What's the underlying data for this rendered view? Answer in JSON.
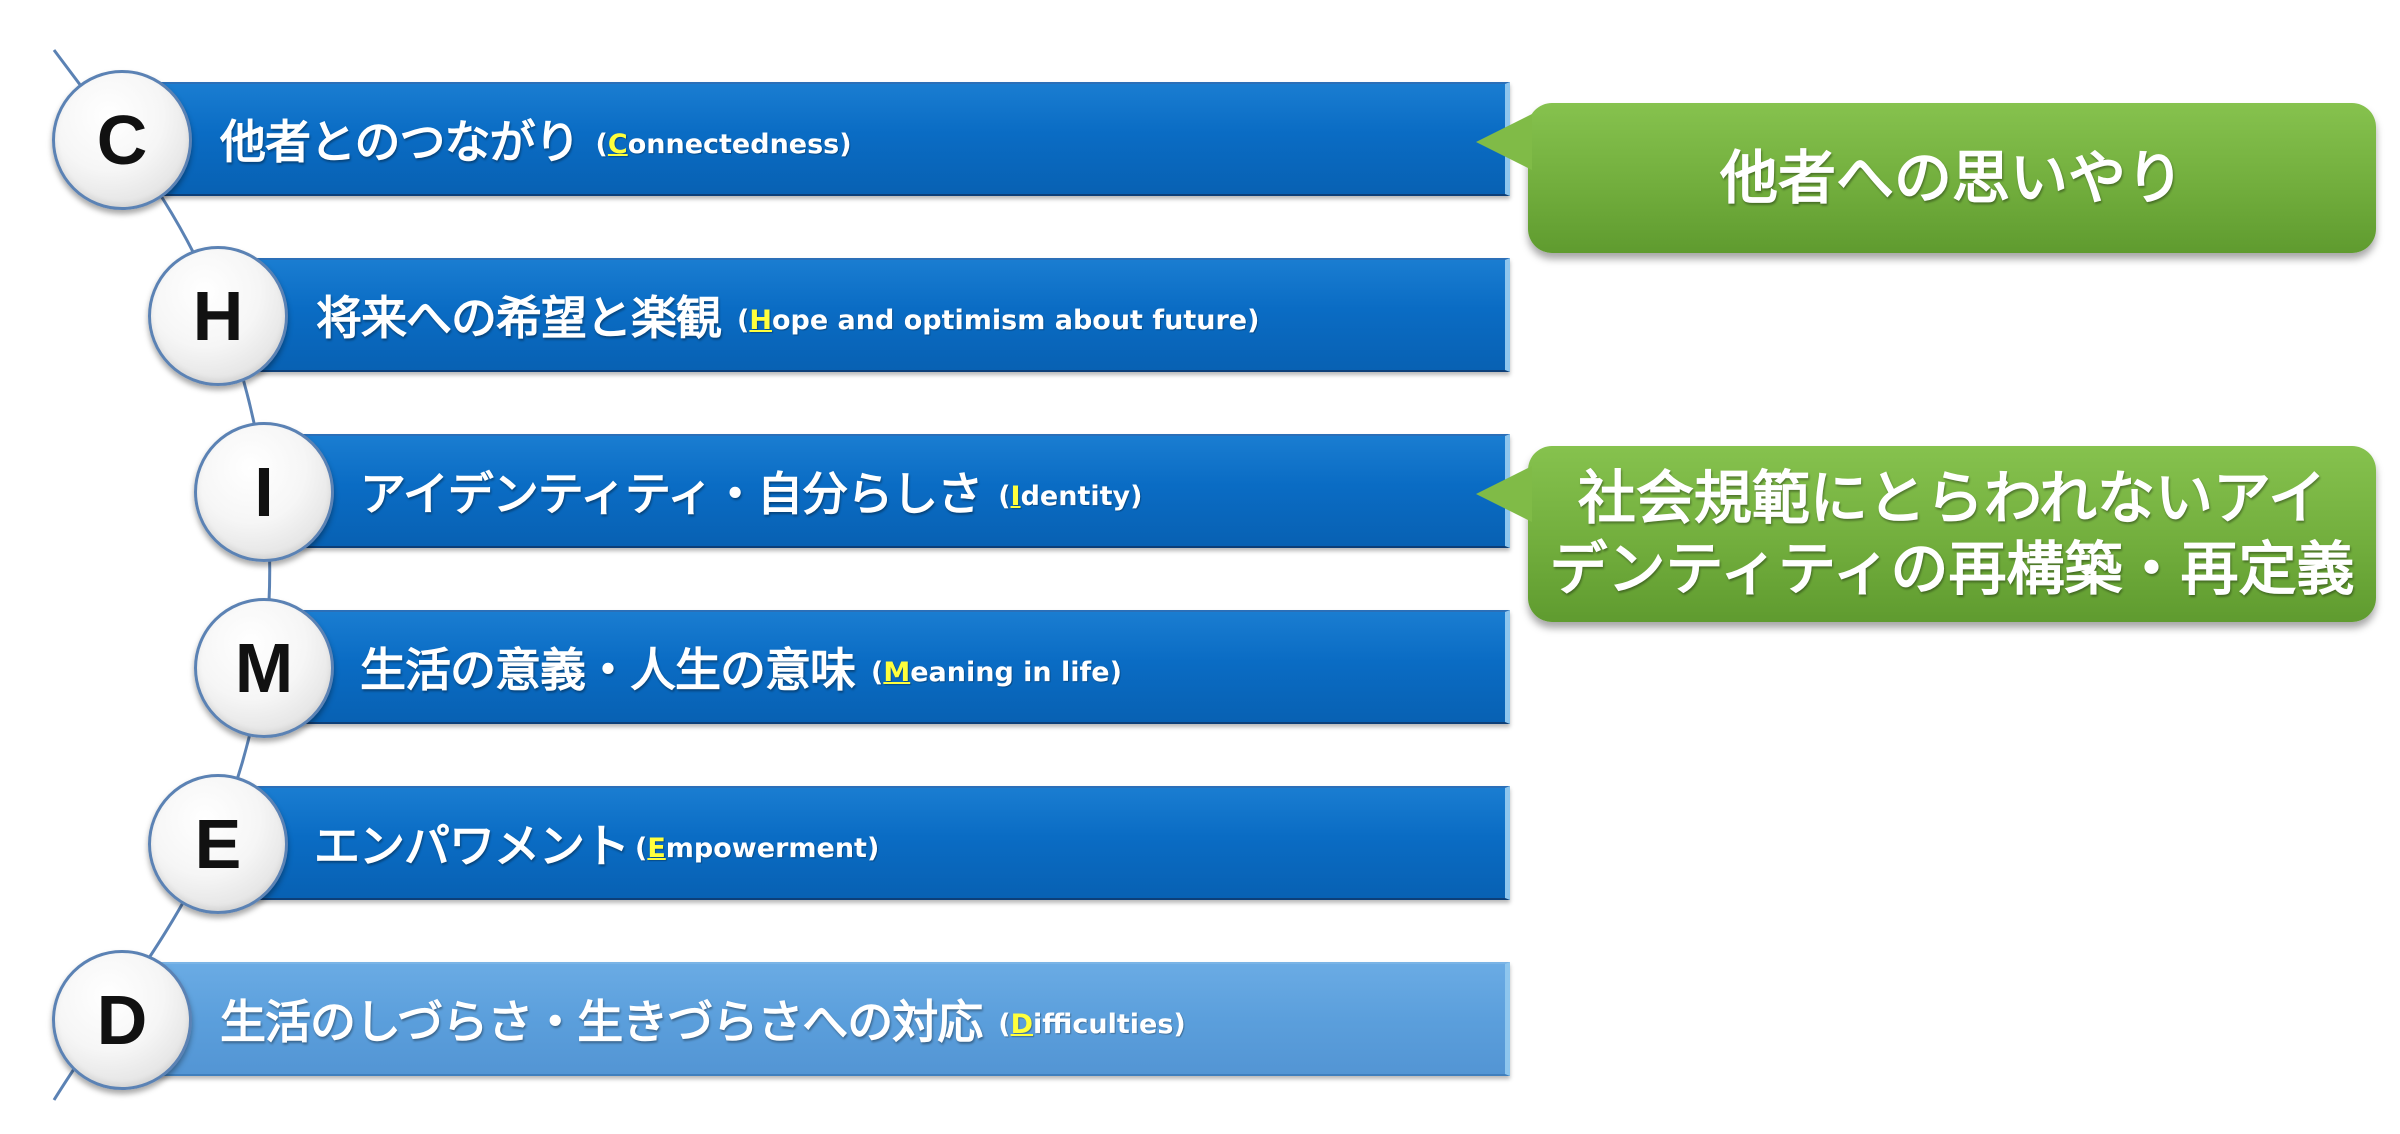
{
  "items": [
    {
      "letter": "C",
      "title": "他者とのつながり",
      "paren_open": "(",
      "paren_initial": "C",
      "paren_rest": "onnectedness)"
    },
    {
      "letter": "H",
      "title": "将来への希望と楽観",
      "paren_open": "(",
      "paren_initial": "H",
      "paren_rest": "ope and optimism about future)"
    },
    {
      "letter": "I",
      "title": "アイデンティティ・自分らしさ",
      "paren_open": "(",
      "paren_initial": "I",
      "paren_rest": "dentity)"
    },
    {
      "letter": "M",
      "title": "生活の意義・人生の意味",
      "paren_open": "(",
      "paren_initial": "M",
      "paren_rest": "eaning in life)"
    },
    {
      "letter": "E",
      "title": "エンパワメント",
      "paren_open": "(",
      "paren_initial": "E",
      "paren_rest": "mpowerment)"
    },
    {
      "letter": "D",
      "title": "生活のしづらさ・生きづらさへの対応",
      "paren_open": "(",
      "paren_initial": "D",
      "paren_rest": "ifficulties)"
    }
  ],
  "callouts": [
    {
      "text": "他者への思いやり"
    },
    {
      "text": "社会規範にとらわれないアイ\nデンティティの再構築・再定義"
    }
  ],
  "colors": {
    "bar_dark": "#0a6cc4",
    "bar_light": "#5b9fdc",
    "highlight": "#ffff3c",
    "callout_green": "#72ae3d",
    "badge_border": "#5b82b4"
  }
}
